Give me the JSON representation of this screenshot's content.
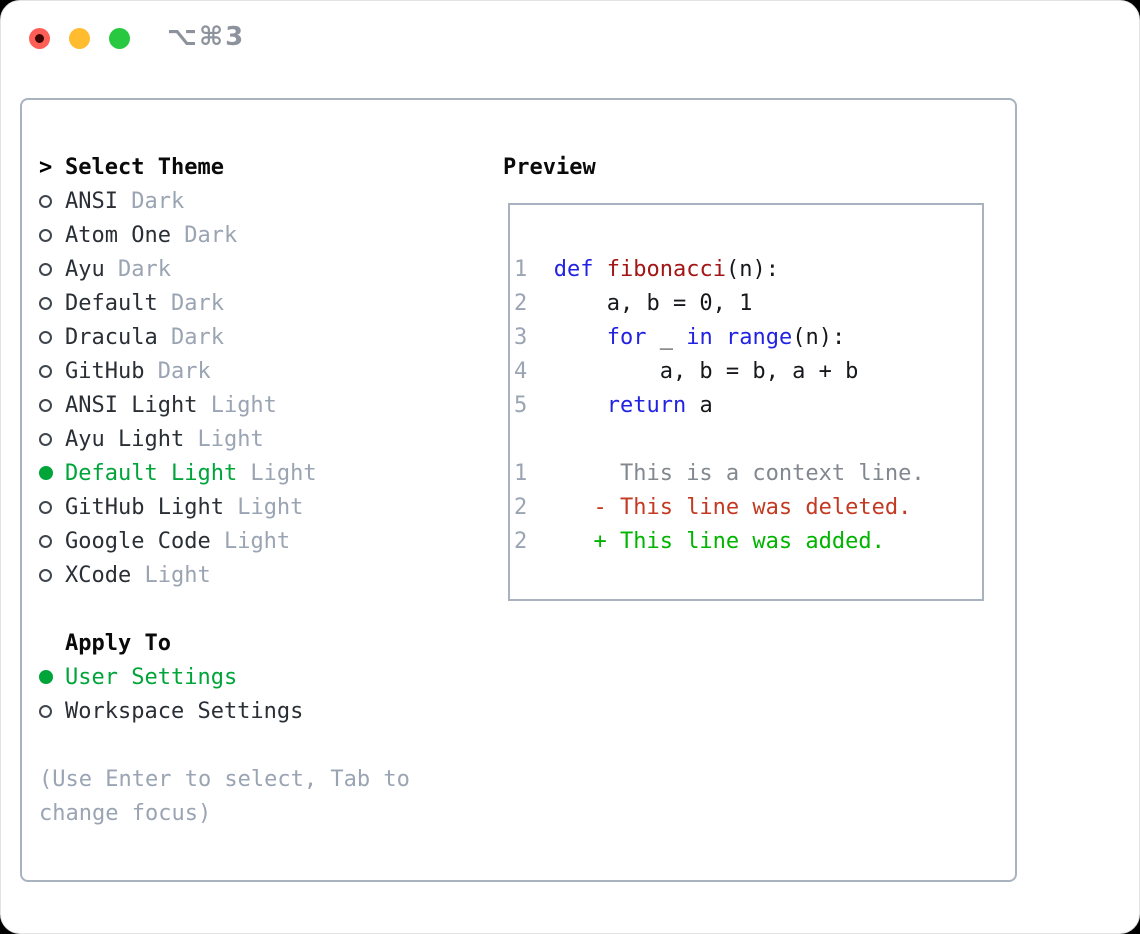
{
  "titlebar": {
    "shortcut": "⌥⌘3"
  },
  "panel": {
    "theme_list": {
      "prompt": ">",
      "header": "Select Theme",
      "items": [
        {
          "name": "ANSI",
          "variant": "Dark",
          "selected": false
        },
        {
          "name": "Atom One",
          "variant": "Dark",
          "selected": false
        },
        {
          "name": "Ayu",
          "variant": "Dark",
          "selected": false
        },
        {
          "name": "Default",
          "variant": "Dark",
          "selected": false
        },
        {
          "name": "Dracula",
          "variant": "Dark",
          "selected": false
        },
        {
          "name": "GitHub",
          "variant": "Dark",
          "selected": false
        },
        {
          "name": "ANSI Light",
          "variant": "Light",
          "selected": false
        },
        {
          "name": "Ayu Light",
          "variant": "Light",
          "selected": false
        },
        {
          "name": "Default Light",
          "variant": "Light",
          "selected": true
        },
        {
          "name": "GitHub Light",
          "variant": "Light",
          "selected": false
        },
        {
          "name": "Google Code",
          "variant": "Light",
          "selected": false
        },
        {
          "name": "XCode",
          "variant": "Light",
          "selected": false
        }
      ]
    },
    "apply_to": {
      "header": "Apply To",
      "options": [
        {
          "label": "User Settings",
          "selected": true
        },
        {
          "label": "Workspace Settings",
          "selected": false
        }
      ]
    },
    "hint_line1": "(Use Enter to select, Tab to",
    "hint_line2": "change focus)",
    "preview": {
      "header": "Preview",
      "lines": [
        {
          "segments": [
            {
              "t": "1",
              "c": "num"
            },
            {
              "t": "  ",
              "c": "plain"
            },
            {
              "t": "def",
              "c": "kw"
            },
            {
              "t": " ",
              "c": "plain"
            },
            {
              "t": "fibonacci",
              "c": "fn"
            },
            {
              "t": "(n):",
              "c": "plain"
            }
          ]
        },
        {
          "segments": [
            {
              "t": "2",
              "c": "num"
            },
            {
              "t": "      a, b = 0, 1",
              "c": "plain"
            }
          ]
        },
        {
          "segments": [
            {
              "t": "3",
              "c": "num"
            },
            {
              "t": "      ",
              "c": "plain"
            },
            {
              "t": "for",
              "c": "kw"
            },
            {
              "t": " _ ",
              "c": "plain"
            },
            {
              "t": "in",
              "c": "kw"
            },
            {
              "t": " ",
              "c": "plain"
            },
            {
              "t": "range",
              "c": "kw"
            },
            {
              "t": "(n):",
              "c": "plain"
            }
          ]
        },
        {
          "segments": [
            {
              "t": "4",
              "c": "num"
            },
            {
              "t": "          a, b = b, a + b",
              "c": "plain"
            }
          ]
        },
        {
          "segments": [
            {
              "t": "5",
              "c": "num"
            },
            {
              "t": "      ",
              "c": "plain"
            },
            {
              "t": "return",
              "c": "kw"
            },
            {
              "t": " a",
              "c": "plain"
            }
          ]
        },
        {
          "segments": []
        },
        {
          "segments": [
            {
              "t": "1",
              "c": "num"
            },
            {
              "t": "       This is a context line.",
              "c": "ctx"
            }
          ]
        },
        {
          "segments": [
            {
              "t": "2",
              "c": "num"
            },
            {
              "t": "     - This line was deleted.",
              "c": "del"
            }
          ]
        },
        {
          "segments": [
            {
              "t": "2",
              "c": "num"
            },
            {
              "t": "     + This line was added.",
              "c": "add"
            }
          ]
        }
      ]
    }
  },
  "colors": {
    "selection_green": "#00a53a",
    "added_green": "#00b400",
    "deleted_red": "#c33a22",
    "keyword_blue": "#2222e2",
    "function_red": "#a31515",
    "muted_gray": "#9aa4b3",
    "panel_border": "#a9b2bf",
    "traffic_red": "#ff5f57",
    "traffic_yellow": "#febc2e",
    "traffic_green": "#28c840"
  }
}
